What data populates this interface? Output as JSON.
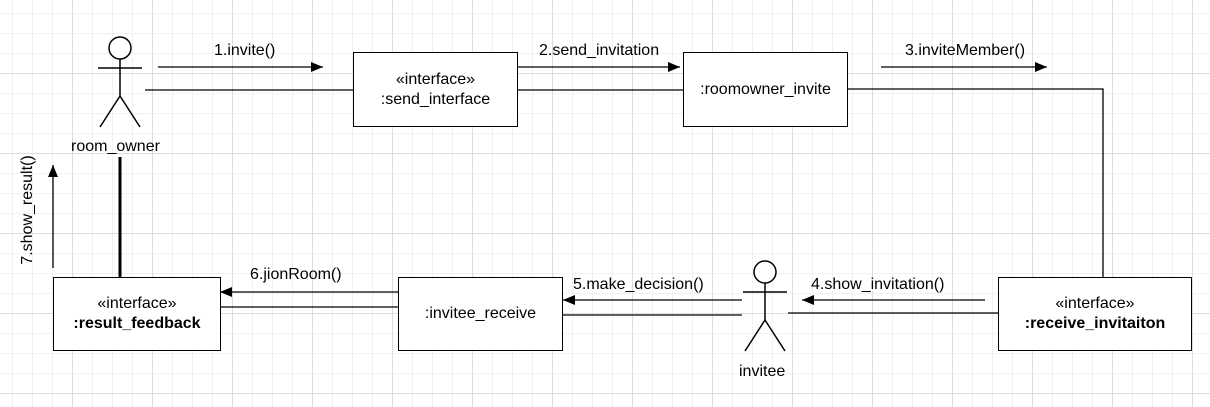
{
  "actors": {
    "room_owner": "room_owner",
    "invitee": "invitee"
  },
  "objects": {
    "send_interface": {
      "stereotype": "«interface»",
      "name": ":send_interface"
    },
    "roomowner_invite": {
      "name": ":roomowner_invite"
    },
    "receive_invitation": {
      "stereotype": "«interface»",
      "name": ":receive_invitaiton"
    },
    "invitee_receive": {
      "name": ":invitee_receive"
    },
    "result_feedback": {
      "stereotype": "«interface»",
      "name": ":result_feedback"
    }
  },
  "messages": {
    "m1": "1.invite()",
    "m2": "2.send_invitation",
    "m3": "3.inviteMember()",
    "m4": "4.show_invitation()",
    "m5": "5.make_decision()",
    "m6": "6.jionRoom()",
    "m7": "7.show_result()"
  }
}
